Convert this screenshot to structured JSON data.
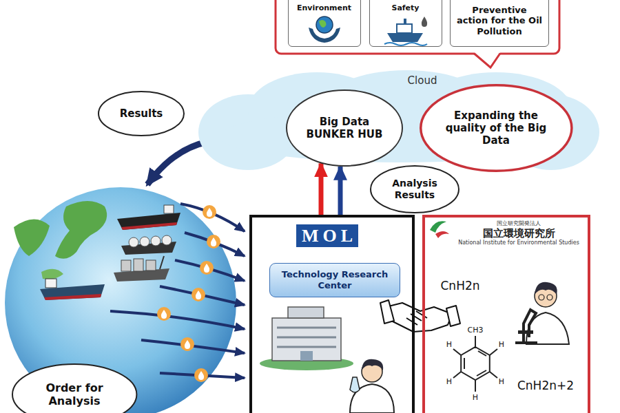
{
  "diagram": {
    "nodes": [
      {
        "text": [
          "Environment"
        ]
      },
      {
        "text": [
          "Safety"
        ]
      },
      {
        "text": [
          "Preventive action for the Oil Pollution"
        ]
      },
      {
        "text": [
          "Cloud"
        ]
      },
      {
        "text": [
          "Big Data BUNKER HUB"
        ],
        "in": 3
      },
      {
        "text": [
          "Expanding the quality of the Big Data"
        ],
        "in": 3
      },
      {
        "text": [
          "Results"
        ]
      },
      {
        "text": [
          "Analysis Results"
        ]
      },
      {
        "text": [
          "MOL"
        ]
      },
      {
        "text": [
          "Technology Research Center"
        ],
        "in": 8
      },
      {
        "text": [
          "国立研究開発法人",
          "国立環境研究所",
          "National Institute for Environmental Studies"
        ]
      },
      {
        "text": [
          "Order for Analysis"
        ]
      }
    ],
    "edges": [
      {
        "from": 8,
        "to": 4,
        "arrow": "to"
      },
      {
        "from": 8,
        "to": 4,
        "arrow": "to"
      }
    ],
    "labels": [
      "CnH2n",
      "CnH2n+2",
      "CH3",
      "H",
      "H",
      "H",
      "H",
      "H"
    ]
  }
}
